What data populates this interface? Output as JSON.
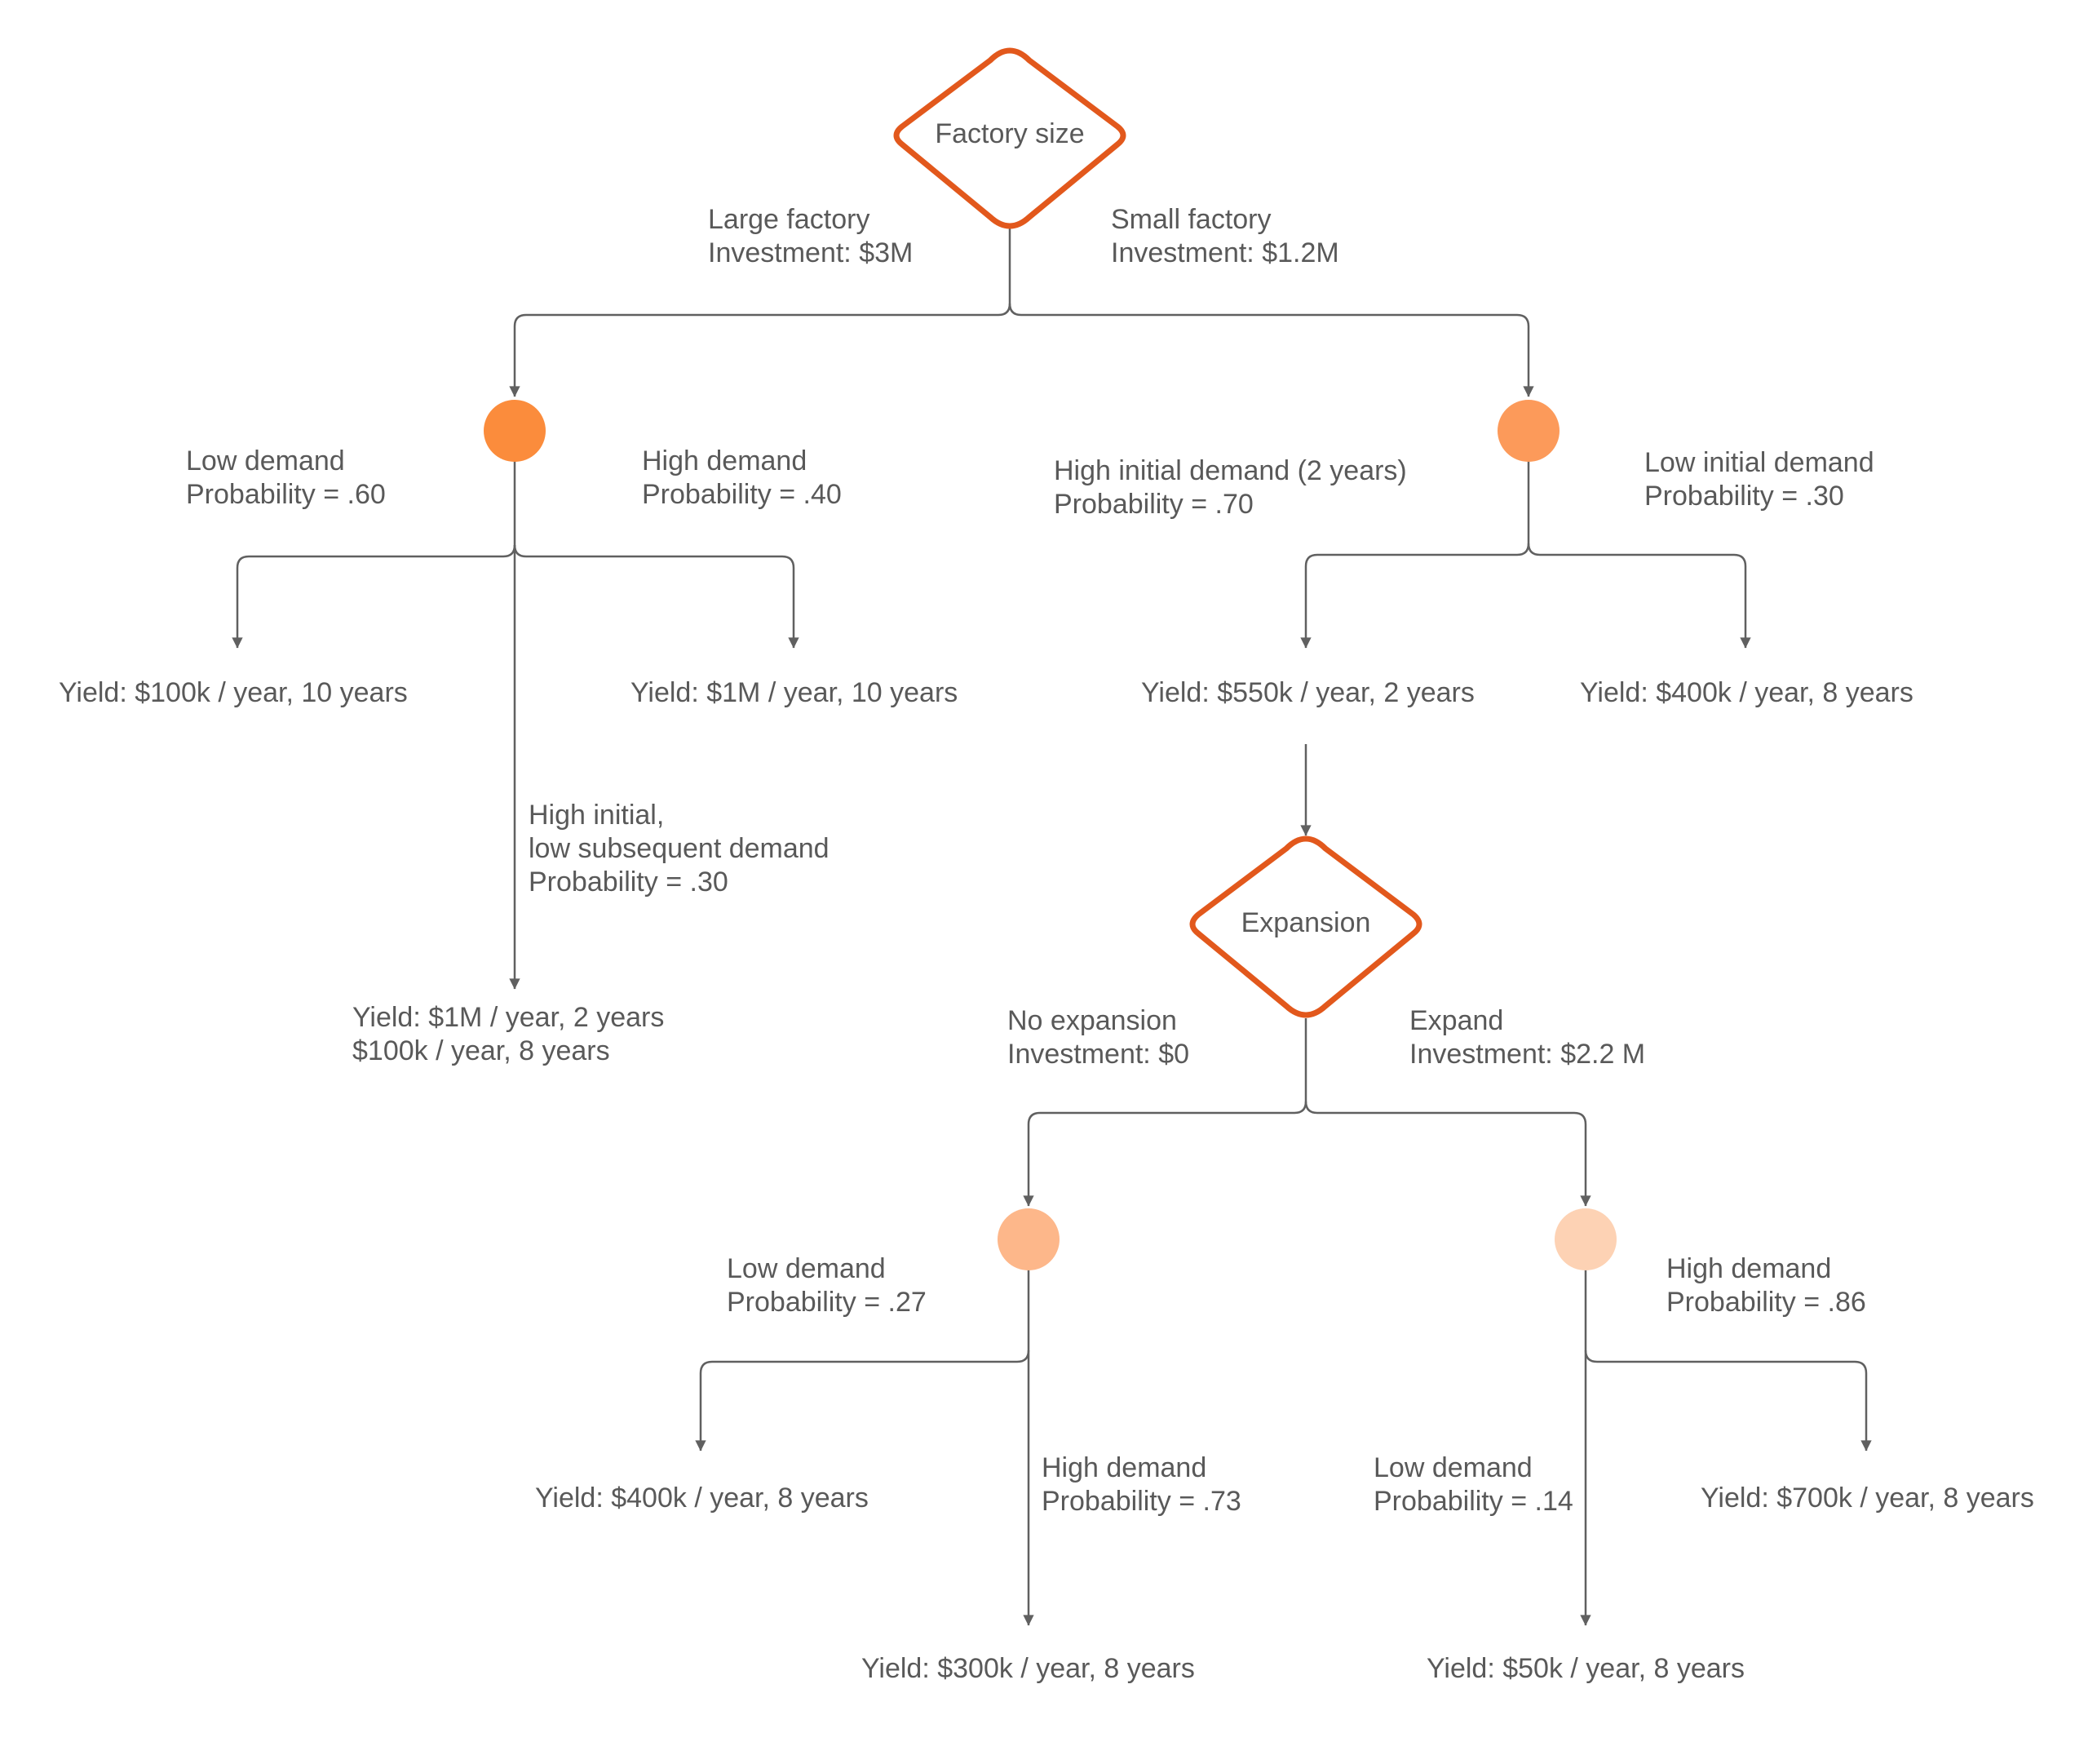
{
  "colors": {
    "decision_stroke": "#e2581c",
    "chance_1": "#fb8c3c",
    "chance_2": "#fc9a5a",
    "chance_3": "#fdb78a",
    "chance_4": "#fdd2b4",
    "line": "#606060",
    "text": "#595959"
  },
  "decisions": {
    "factory_size": "Factory size",
    "expansion": "Expansion"
  },
  "branches": {
    "large_factory": [
      "Large factory",
      "Investment: $3M"
    ],
    "small_factory": [
      "Small factory",
      "Investment: $1.2M"
    ],
    "large_low": [
      "Low demand",
      "Probability = .60"
    ],
    "large_high": [
      "High demand",
      "Probability = .40"
    ],
    "large_mixed": [
      "High initial,",
      "low subsequent demand",
      "Probability = .30"
    ],
    "small_high_initial": [
      "High initial demand (2 years)",
      "Probability = .70"
    ],
    "small_low_initial": [
      "Low initial demand",
      "Probability = .30"
    ],
    "no_expansion": [
      "No expansion",
      "Investment: $0"
    ],
    "expand": [
      "Expand",
      "Investment: $2.2 M"
    ],
    "noexp_low": [
      "Low demand",
      "Probability = .27"
    ],
    "noexp_high": [
      "High demand",
      "Probability = .73"
    ],
    "exp_low": [
      "Low demand",
      "Probability = .14"
    ],
    "exp_high": [
      "High demand",
      "Probability = .86"
    ]
  },
  "outcomes": {
    "large_low": [
      "Yield: $100k / year, 10 years"
    ],
    "large_high": [
      "Yield: $1M / year, 10 years"
    ],
    "large_mixed": [
      "Yield: $1M / year, 2 years",
      "$100k / year, 8 years"
    ],
    "small_high_initial": [
      "Yield: $550k / year, 2 years"
    ],
    "small_low_initial": [
      "Yield: $400k / year, 8 years"
    ],
    "noexp_low": [
      "Yield: $400k / year, 8 years"
    ],
    "noexp_high": [
      "Yield: $300k / year, 8 years"
    ],
    "exp_low": [
      "Yield: $50k / year, 8 years"
    ],
    "exp_high": [
      "Yield: $700k / year, 8 years"
    ]
  }
}
